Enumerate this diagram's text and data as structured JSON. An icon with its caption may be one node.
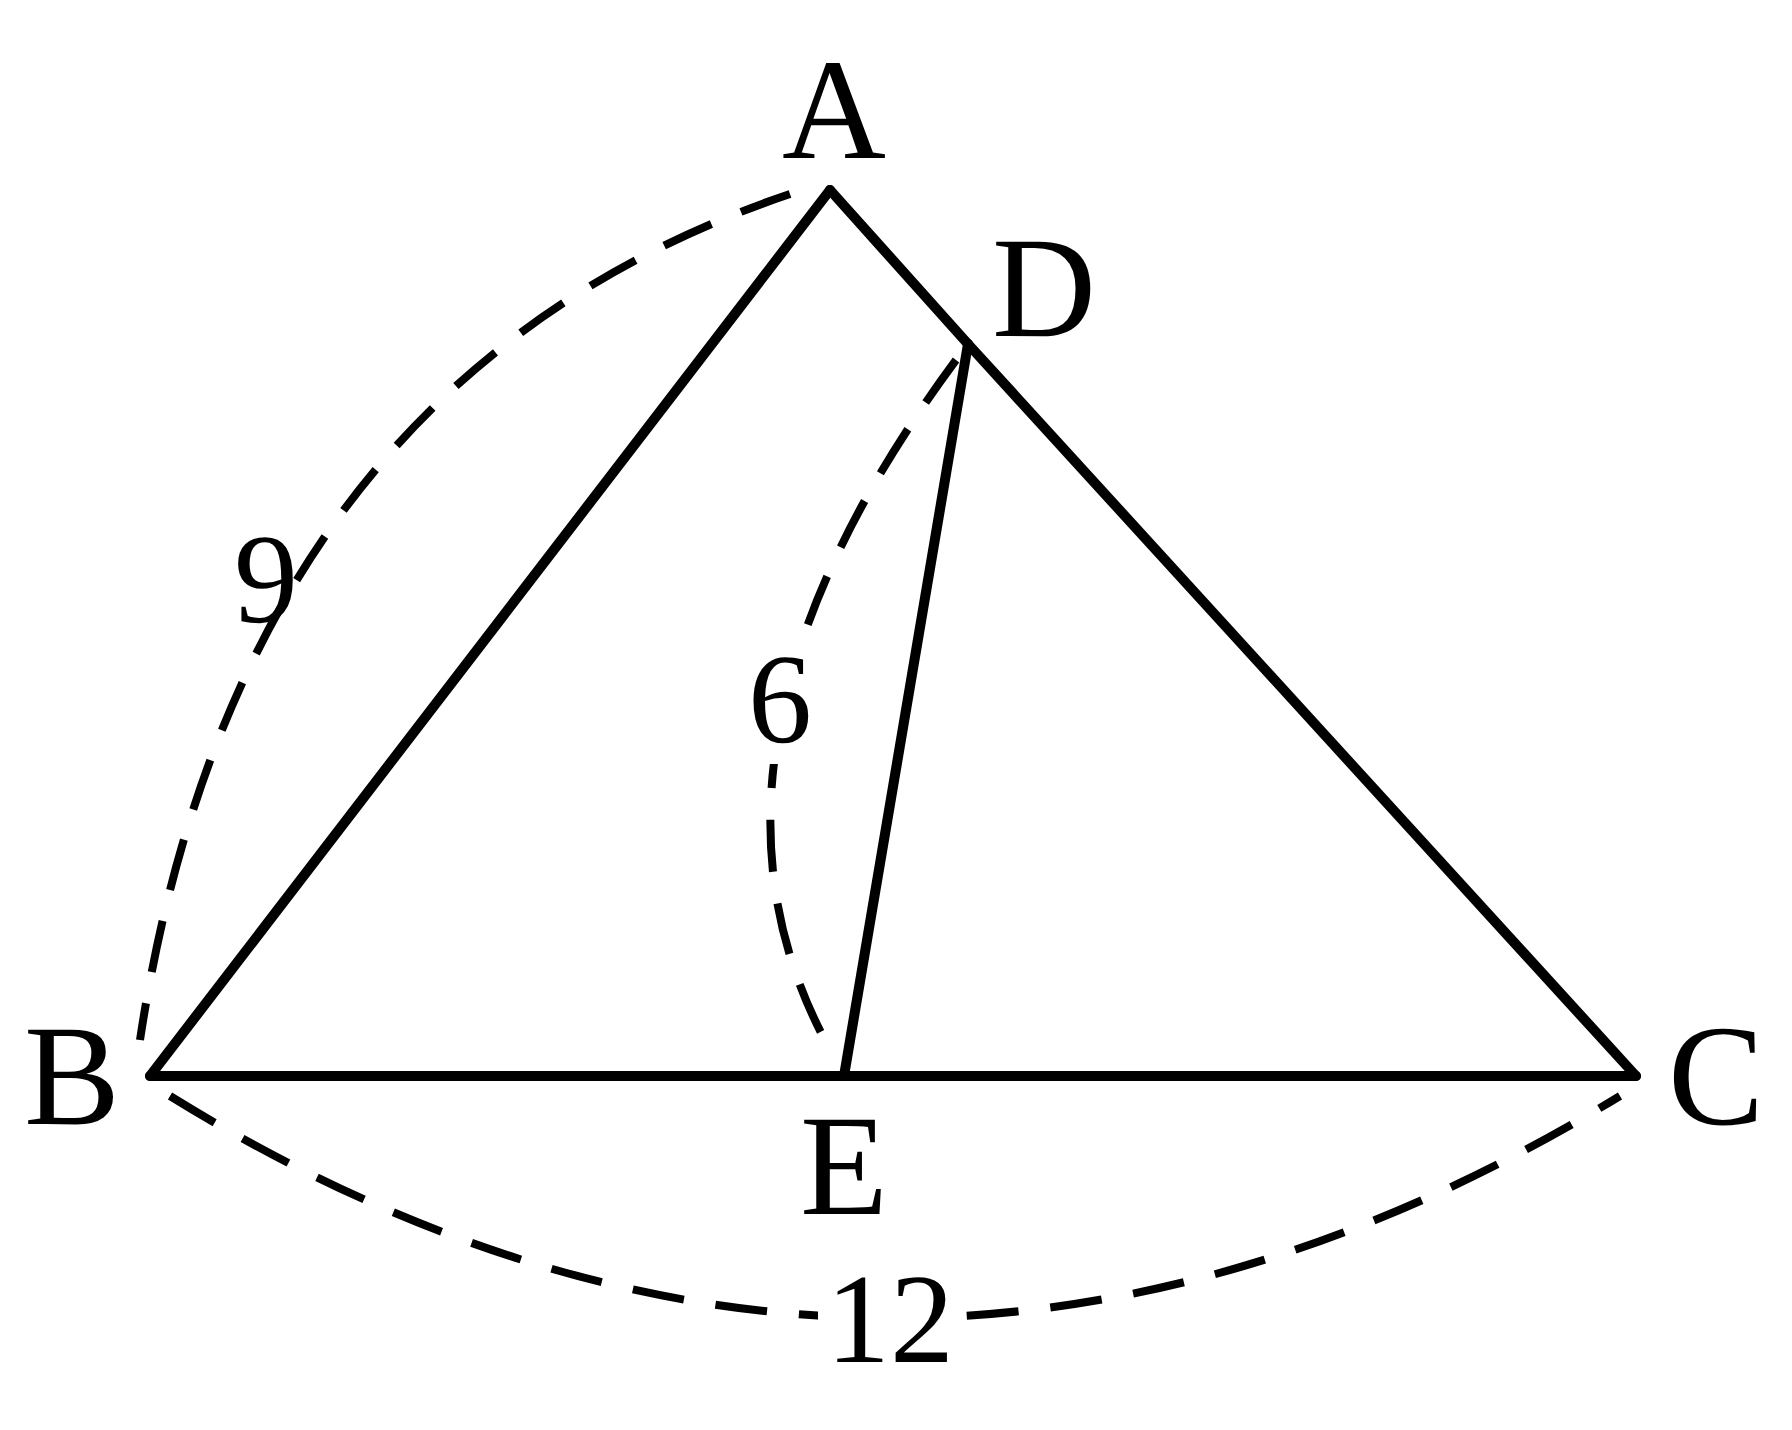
{
  "diagram": {
    "nodes": [
      {
        "text": [
          "A"
        ]
      },
      {
        "text": [
          "B"
        ]
      },
      {
        "text": [
          "C"
        ]
      },
      {
        "text": [
          "D"
        ]
      },
      {
        "text": [
          "E"
        ]
      }
    ],
    "edges": [
      {
        "from": 0,
        "to": 1,
        "arrow": "none"
      },
      {
        "from": 0,
        "to": 3,
        "arrow": "none"
      },
      {
        "from": 3,
        "to": 2,
        "arrow": "none"
      },
      {
        "from": 1,
        "to": 4,
        "arrow": "none"
      },
      {
        "from": 4,
        "to": 2,
        "arrow": "none"
      },
      {
        "from": 3,
        "to": 4,
        "arrow": "none"
      }
    ],
    "labels": [
      "9",
      "6",
      "12"
    ]
  }
}
